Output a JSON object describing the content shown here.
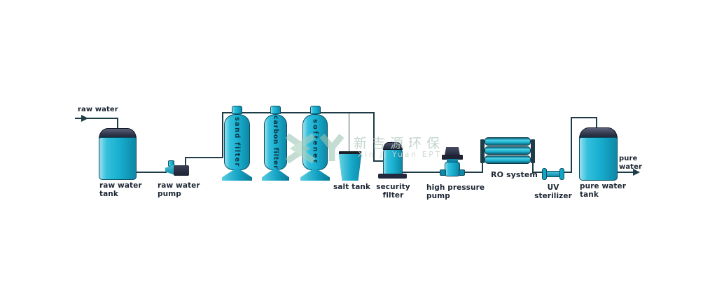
{
  "diagram": {
    "type": "process-flow",
    "subject": "water treatment system",
    "labels": {
      "raw_water_in": "raw water",
      "raw_water_tank": "raw water\ntank",
      "raw_water_pump": "raw water\npump",
      "sand_filter": "sand filter",
      "carbon_filter": "carbon filter",
      "softener": "softener",
      "salt_tank": "salt tank",
      "security_filter": "security\nfilter",
      "high_pressure_pump": "high pressure\npump",
      "ro_system": "RO system",
      "uv_sterilizer": "UV\nsterilizer",
      "pure_water_tank": "pure water\ntank",
      "pure_water_out": "pure\nwater"
    },
    "equipment_order": [
      "raw water tank",
      "raw water pump",
      "sand filter",
      "carbon filter",
      "softener",
      "salt tank",
      "security filter",
      "high pressure pump",
      "RO system",
      "UV sterilizer",
      "pure water tank"
    ],
    "watermark": {
      "logo": "xy-chevron-logo",
      "cn": "新吉源环保",
      "en": "Xin Ji Yuan EPT"
    },
    "colors": {
      "vessel_cyan": "#18aecf",
      "vessel_cyan_deep": "#0f87a6",
      "vessel_highlight": "#9adfee",
      "metal_dark": "#23293c",
      "pipe": "#1d3c45",
      "label_ink": "#1c2633",
      "watermark": "#b9cec4",
      "background": "#ffffff"
    }
  }
}
